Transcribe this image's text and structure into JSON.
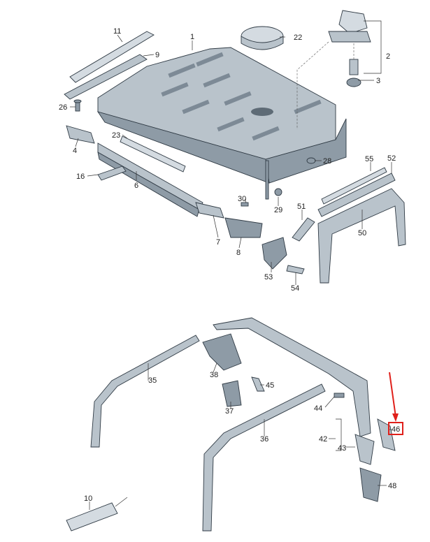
{
  "callouts": [
    {
      "id": "c1",
      "text": "1"
    },
    {
      "id": "c2",
      "text": "2"
    },
    {
      "id": "c3",
      "text": "3"
    },
    {
      "id": "c4",
      "text": "4"
    },
    {
      "id": "c6",
      "text": "6"
    },
    {
      "id": "c7",
      "text": "7"
    },
    {
      "id": "c8",
      "text": "8"
    },
    {
      "id": "c9",
      "text": "9"
    },
    {
      "id": "c10",
      "text": "10"
    },
    {
      "id": "c11",
      "text": "11"
    },
    {
      "id": "c16",
      "text": "16"
    },
    {
      "id": "c22",
      "text": "22"
    },
    {
      "id": "c23",
      "text": "23"
    },
    {
      "id": "c26",
      "text": "26"
    },
    {
      "id": "c28",
      "text": "28"
    },
    {
      "id": "c29",
      "text": "29"
    },
    {
      "id": "c30",
      "text": "30"
    },
    {
      "id": "c35",
      "text": "35"
    },
    {
      "id": "c36",
      "text": "36"
    },
    {
      "id": "c37",
      "text": "37"
    },
    {
      "id": "c38",
      "text": "38"
    },
    {
      "id": "c42",
      "text": "42"
    },
    {
      "id": "c43",
      "text": "43"
    },
    {
      "id": "c44",
      "text": "44"
    },
    {
      "id": "c45",
      "text": "45"
    },
    {
      "id": "c46",
      "text": "46"
    },
    {
      "id": "c48",
      "text": "48"
    },
    {
      "id": "c50",
      "text": "50"
    },
    {
      "id": "c51",
      "text": "51"
    },
    {
      "id": "c52",
      "text": "52"
    },
    {
      "id": "c53",
      "text": "53"
    },
    {
      "id": "c54",
      "text": "54"
    },
    {
      "id": "c55",
      "text": "55"
    }
  ],
  "colors": {
    "part_fill": "#b9c3cb",
    "part_outline": "#2f3a44",
    "highlight": "#e0201b"
  },
  "highlighted_callout": "46"
}
